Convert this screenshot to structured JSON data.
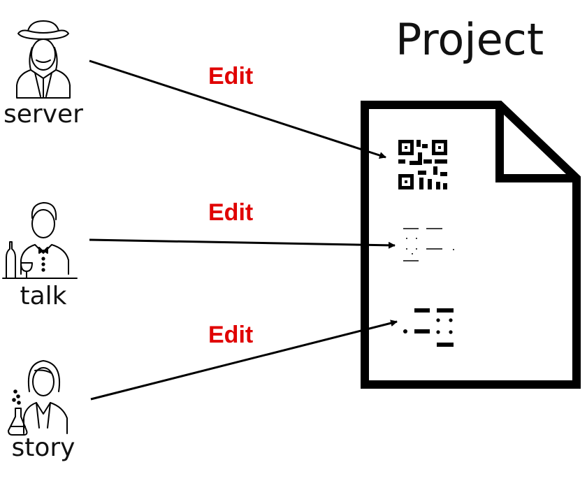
{
  "title": "Project",
  "edit_color": "#e00000",
  "people": [
    {
      "label": "server",
      "icon": "cowboy-person-icon"
    },
    {
      "label": "talk",
      "icon": "waiter-person-icon"
    },
    {
      "label": "story",
      "icon": "scientist-person-icon"
    }
  ],
  "edits": [
    {
      "label": "Edit",
      "target": "qr-code-icon"
    },
    {
      "label": "Edit",
      "target": "light-dashes-icon"
    },
    {
      "label": "Edit",
      "target": "bold-dashes-icon"
    }
  ]
}
